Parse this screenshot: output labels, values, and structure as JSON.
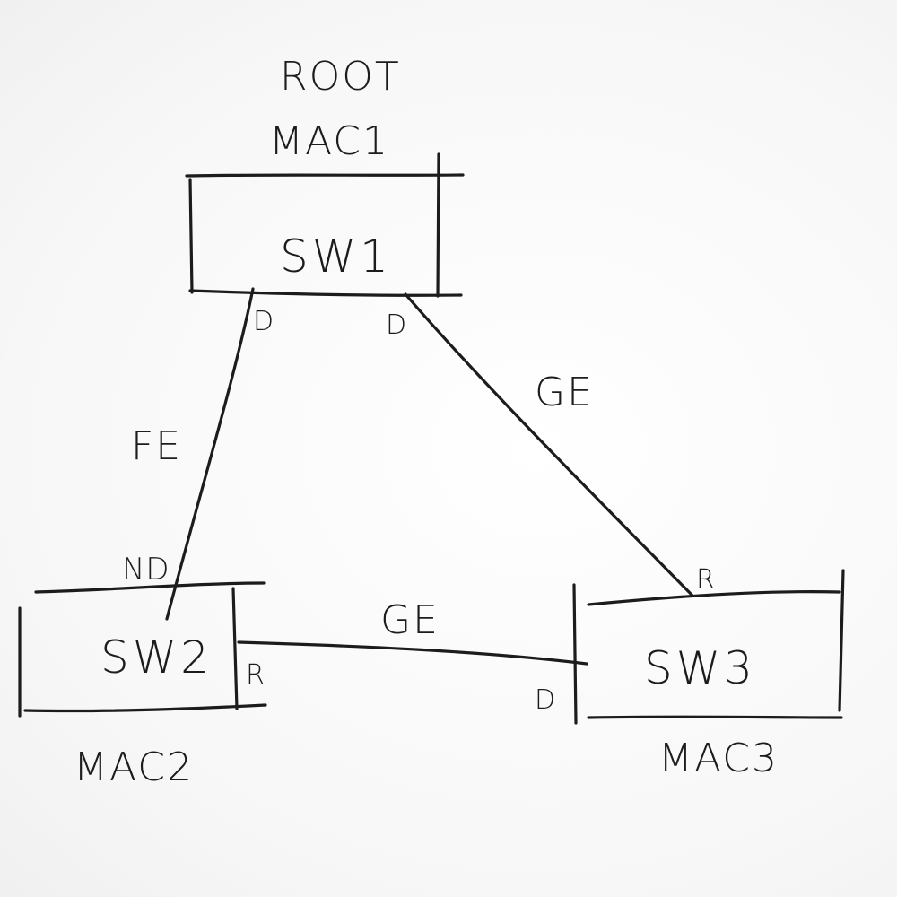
{
  "switches": [
    {
      "id": "sw1",
      "label": "SW1",
      "mac": "MAC1",
      "role": "ROOT"
    },
    {
      "id": "sw2",
      "label": "SW2",
      "mac": "MAC2"
    },
    {
      "id": "sw3",
      "label": "SW3",
      "mac": "MAC3"
    }
  ],
  "links": [
    {
      "from": "sw1",
      "to": "sw2",
      "type": "FE",
      "from_port": "D",
      "to_port": "ND"
    },
    {
      "from": "sw1",
      "to": "sw3",
      "type": "GE",
      "from_port": "D",
      "to_port": "R"
    },
    {
      "from": "sw2",
      "to": "sw3",
      "type": "GE",
      "from_port": "R",
      "to_port": "D"
    }
  ]
}
